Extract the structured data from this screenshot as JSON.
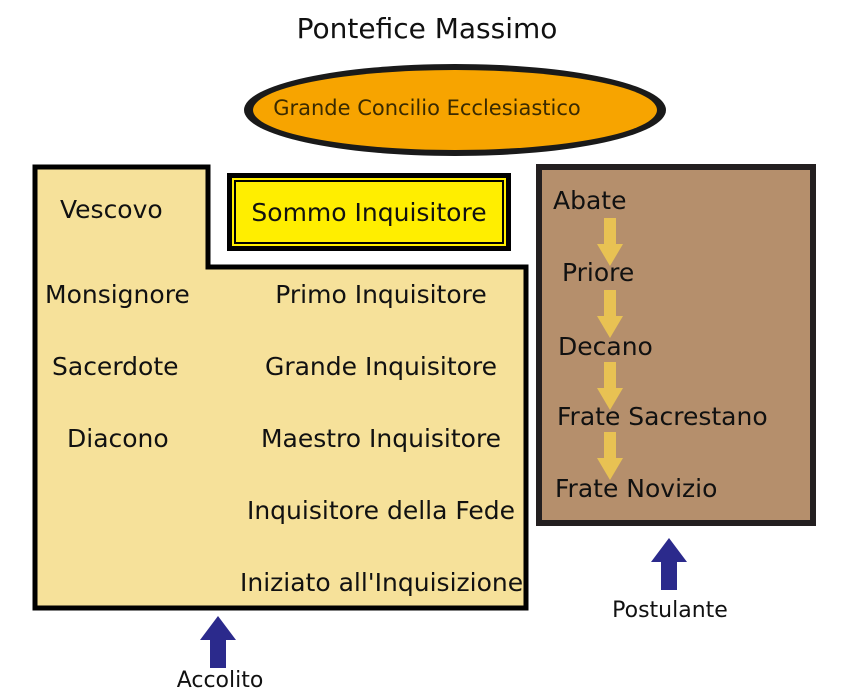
{
  "title": "Pontefice Massimo",
  "council": "Grande Concilio Ecclesiastico",
  "left_col": [
    "Vescovo",
    "Monsignore",
    "Sacerdote",
    "Diacono"
  ],
  "inquisition": {
    "head": "Sommo Inquisitore",
    "ranks": [
      "Primo Inquisitore",
      "Grande Inquisitore",
      "Maestro Inquisitore",
      "Inquisitore della Fede",
      "Iniziato all'Inquisizione"
    ]
  },
  "monastic": [
    "Abate",
    "Priore",
    "Decano",
    "Frate Sacrestano",
    "Frate Novizio"
  ],
  "entries": {
    "left": "Accolito",
    "right": "Postulante"
  },
  "colors": {
    "oval": "#f7a400",
    "left_panel": "#f6e19a",
    "sommo_box": "#ffee00",
    "right_panel": "#b58f6c",
    "down_arrow": "#e8c253",
    "up_arrow": "#2b2a8c"
  }
}
